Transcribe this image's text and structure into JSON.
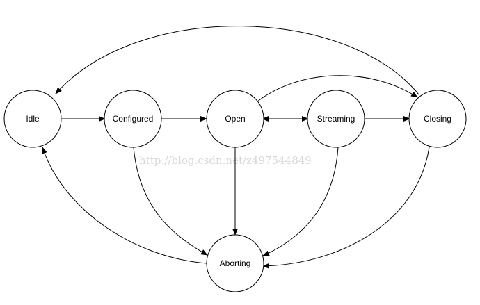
{
  "diagram": {
    "nodes": {
      "idle": "Idle",
      "configured": "Configured",
      "open": "Open",
      "streaming": "Streaming",
      "closing": "Closing",
      "aborting": "Aborting"
    },
    "watermark": "http://blog.csdn.net/z497544849",
    "colors": {
      "stroke": "#000000",
      "fill": "#ffffff",
      "watermark": "#d8d8d8"
    }
  }
}
